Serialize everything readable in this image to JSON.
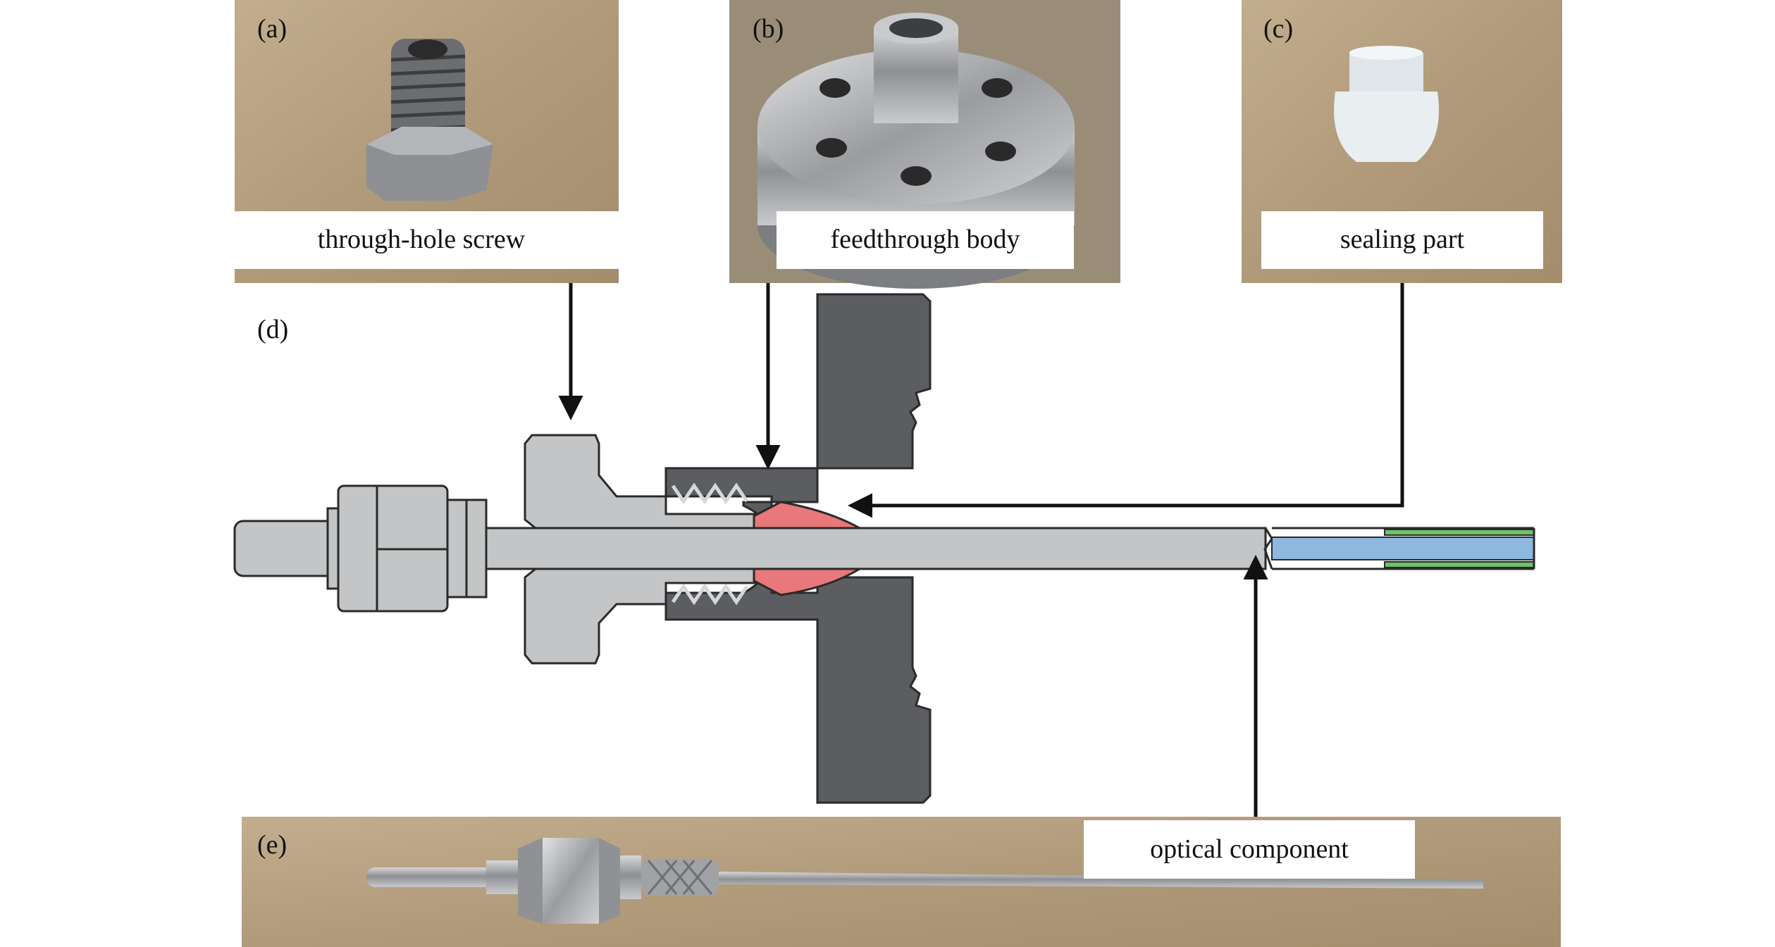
{
  "panels": {
    "a": {
      "letter": "(a)",
      "caption": "through-hole screw"
    },
    "b": {
      "letter": "(b)",
      "caption": "feedthrough body"
    },
    "c": {
      "letter": "(c)",
      "caption": "sealing part"
    },
    "d": {
      "letter": "(d)"
    },
    "e": {
      "letter": "(e)",
      "caption": "optical component"
    }
  },
  "colors": {
    "wood": "#b8a282",
    "wood_dark": "#9c8566",
    "metal": "#a9aaac",
    "screw_part": "#c4c5c7",
    "body_part": "#5c5d60",
    "seal_part": "#e8787a",
    "fiber_core": "#8fb8e0",
    "fiber_green": "#6cc36c",
    "outline": "#2a2a2a",
    "arrow": "#111111"
  },
  "icons": {
    "a": "hex-screw-photo",
    "b": "flange-photo",
    "c": "seal-cone-photo",
    "e": "fiber-probe-photo"
  }
}
